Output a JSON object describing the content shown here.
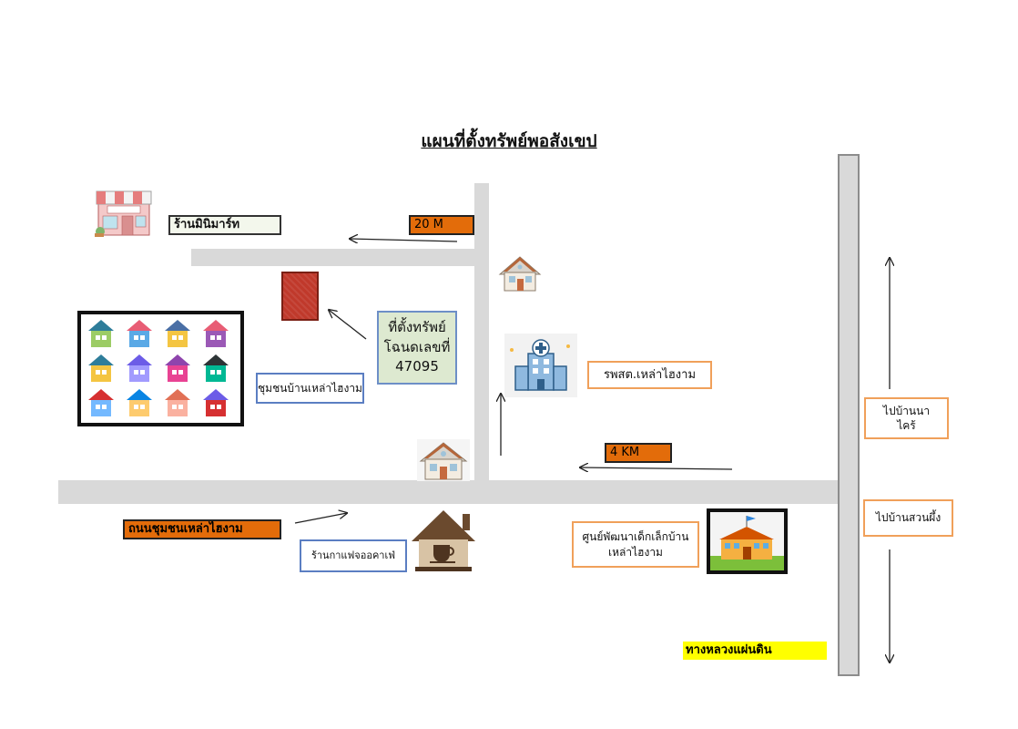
{
  "title": "แผนที่ตั้งทรัพย์พอสังเขป",
  "labels": {
    "minimart": "ร้านมินิมาร์ท",
    "distance_20m": "20 M",
    "distance_4km": "4 KM",
    "deed_line1": "ที่ตั้งทรัพย์",
    "deed_line2": "โฉนดเลขที่",
    "deed_line3": "47095",
    "community": "ชุมชนบ้านเหล่าไฮงาม",
    "hospital": "รพสต.เหล่าไฮงาม",
    "road_name": "ถนนชุมชนเหล่าไฮงาม",
    "coffee_shop": "ร้านกาแฟจออคาเฟ่",
    "child_center_line1": "ศูนย์พัฒนาเด็กเล็กบ้าน",
    "child_center_line2": "เหล่าไฮงาม",
    "to_ban_na_krai_line1": "ไปบ้านนา",
    "to_ban_na_krai_line2": "ไคร้",
    "to_ban_suan_phueng": "ไปบ้านสวนผึ้ง",
    "highway": "ทางหลวงแผ่นดิน"
  },
  "colors": {
    "road": "#d9d9d9",
    "tag_orange": "#e36c0a",
    "tag_yellow": "#ffff00",
    "lot": "#c0392b",
    "deed_box": "#dde9d0",
    "blue_border": "#5b7ec2",
    "orange_border": "#f0a05a"
  },
  "icons": [
    "minimart-icon",
    "house-icon",
    "hospital-icon",
    "coffee-shop-icon",
    "school-icon",
    "houses-collage"
  ]
}
